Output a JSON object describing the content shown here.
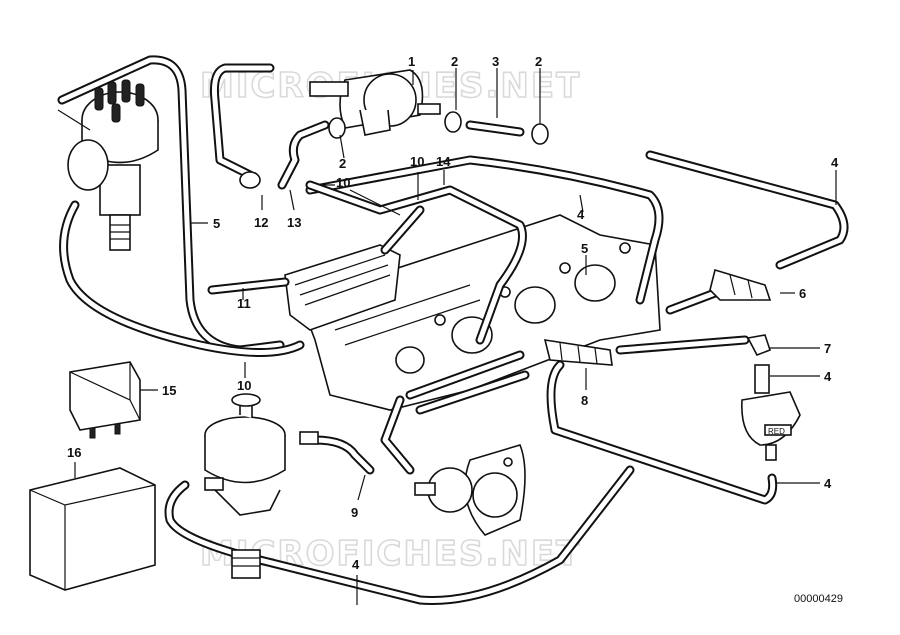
{
  "watermark": {
    "top": "MICROFICHES.NET",
    "bottom": "MICROFICHES.NET"
  },
  "diagram_ref": "00000429",
  "callouts": {
    "c1": "1",
    "c2a": "2",
    "c2b": "2",
    "c2c": "2",
    "c3": "3",
    "c4a": "4",
    "c4b": "4",
    "c4c": "4",
    "c4d": "4",
    "c4e": "4",
    "c5a": "5",
    "c5b": "5",
    "c6": "6",
    "c7": "7",
    "c8": "8",
    "c9": "9",
    "c10a": "10",
    "c10b": "10",
    "c10c": "10",
    "c11": "11",
    "c12": "12",
    "c13": "13",
    "c14": "14",
    "c15": "15",
    "c16": "16"
  }
}
